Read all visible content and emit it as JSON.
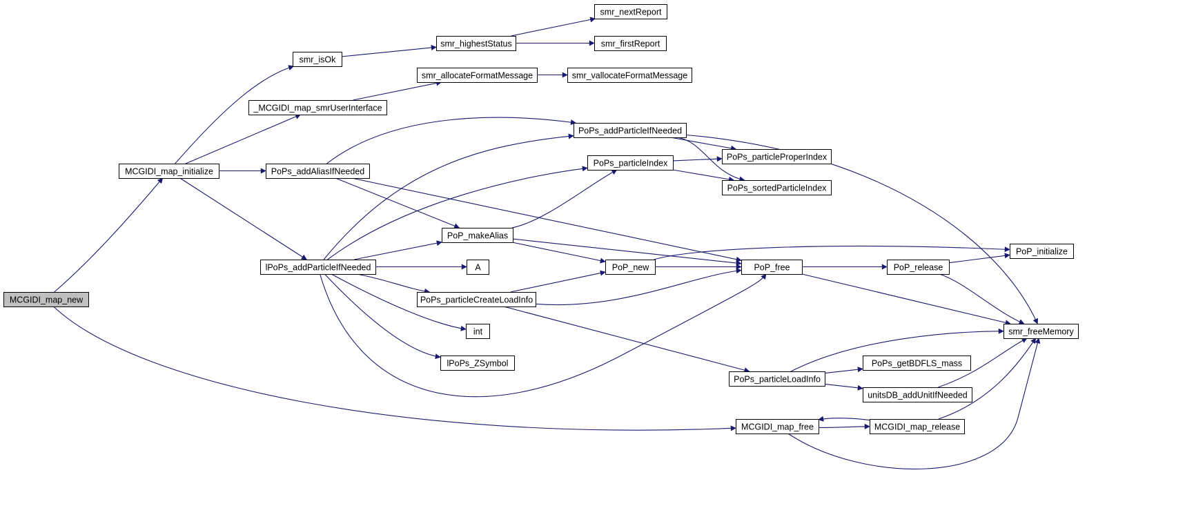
{
  "graph": {
    "nodes": [
      {
        "id": "n0",
        "label": "MCGIDI_map_new",
        "highlighted": true
      },
      {
        "id": "n1",
        "label": "MCGIDI_map_initialize"
      },
      {
        "id": "n2",
        "label": "smr_isOk"
      },
      {
        "id": "n3",
        "label": "smr_highestStatus"
      },
      {
        "id": "n4",
        "label": "smr_nextReport"
      },
      {
        "id": "n5",
        "label": "smr_firstReport"
      },
      {
        "id": "n6",
        "label": "_MCGIDI_map_smrUserInterface"
      },
      {
        "id": "n7",
        "label": "smr_allocateFormatMessage"
      },
      {
        "id": "n8",
        "label": "smr_vallocateFormatMessage"
      },
      {
        "id": "n9",
        "label": "PoPs_addAliasIfNeeded"
      },
      {
        "id": "n10",
        "label": "PoPs_addParticleIfNeeded"
      },
      {
        "id": "n11",
        "label": "PoPs_particleProperIndex"
      },
      {
        "id": "n12",
        "label": "PoPs_sortedParticleIndex"
      },
      {
        "id": "n13",
        "label": "PoPs_particleIndex"
      },
      {
        "id": "n14",
        "label": "PoP_makeAlias"
      },
      {
        "id": "n15",
        "label": "lPoPs_addParticleIfNeeded"
      },
      {
        "id": "n16",
        "label": "A"
      },
      {
        "id": "n17",
        "label": "PoP_new"
      },
      {
        "id": "n18",
        "label": "PoP_free"
      },
      {
        "id": "n19",
        "label": "PoP_release"
      },
      {
        "id": "n20",
        "label": "PoP_initialize"
      },
      {
        "id": "n21",
        "label": "smr_freeMemory"
      },
      {
        "id": "n22",
        "label": "PoPs_particleCreateLoadInfo"
      },
      {
        "id": "n23",
        "label": "int"
      },
      {
        "id": "n24",
        "label": "lPoPs_ZSymbol"
      },
      {
        "id": "n25",
        "label": "PoPs_particleLoadInfo"
      },
      {
        "id": "n26",
        "label": "PoPs_getBDFLS_mass"
      },
      {
        "id": "n27",
        "label": "unitsDB_addUnitIfNeeded"
      },
      {
        "id": "n28",
        "label": "MCGIDI_map_free"
      },
      {
        "id": "n29",
        "label": "MCGIDI_map_release"
      }
    ],
    "edges": [
      {
        "from": "n0",
        "to": "n1"
      },
      {
        "from": "n0",
        "to": "n28"
      },
      {
        "from": "n1",
        "to": "n2"
      },
      {
        "from": "n1",
        "to": "n6"
      },
      {
        "from": "n1",
        "to": "n9"
      },
      {
        "from": "n1",
        "to": "n15"
      },
      {
        "from": "n2",
        "to": "n3"
      },
      {
        "from": "n3",
        "to": "n4"
      },
      {
        "from": "n3",
        "to": "n5"
      },
      {
        "from": "n6",
        "to": "n7"
      },
      {
        "from": "n7",
        "to": "n8"
      },
      {
        "from": "n9",
        "to": "n10"
      },
      {
        "from": "n9",
        "to": "n14"
      },
      {
        "from": "n9",
        "to": "n18"
      },
      {
        "from": "n10",
        "to": "n11"
      },
      {
        "from": "n10",
        "to": "n12"
      },
      {
        "from": "n10",
        "to": "n21"
      },
      {
        "from": "n13",
        "to": "n11"
      },
      {
        "from": "n13",
        "to": "n12"
      },
      {
        "from": "n14",
        "to": "n13"
      },
      {
        "from": "n14",
        "to": "n17"
      },
      {
        "from": "n14",
        "to": "n18"
      },
      {
        "from": "n15",
        "to": "n10"
      },
      {
        "from": "n15",
        "to": "n13"
      },
      {
        "from": "n15",
        "to": "n14"
      },
      {
        "from": "n15",
        "to": "n16"
      },
      {
        "from": "n15",
        "to": "n22"
      },
      {
        "from": "n15",
        "to": "n23"
      },
      {
        "from": "n15",
        "to": "n24"
      },
      {
        "from": "n15",
        "to": "n18"
      },
      {
        "from": "n17",
        "to": "n20"
      },
      {
        "from": "n17",
        "to": "n18"
      },
      {
        "from": "n18",
        "to": "n19"
      },
      {
        "from": "n18",
        "to": "n21"
      },
      {
        "from": "n19",
        "to": "n20"
      },
      {
        "from": "n19",
        "to": "n21"
      },
      {
        "from": "n22",
        "to": "n17"
      },
      {
        "from": "n22",
        "to": "n18"
      },
      {
        "from": "n22",
        "to": "n25"
      },
      {
        "from": "n25",
        "to": "n21"
      },
      {
        "from": "n25",
        "to": "n26"
      },
      {
        "from": "n25",
        "to": "n27"
      },
      {
        "from": "n27",
        "to": "n21"
      },
      {
        "from": "n28",
        "to": "n29"
      },
      {
        "from": "n28",
        "to": "n21"
      },
      {
        "from": "n29",
        "to": "n28"
      },
      {
        "from": "n29",
        "to": "n21"
      }
    ]
  },
  "colors": {
    "edge": "#191970",
    "highlighted_node_fill": "#bfbfbf",
    "node_fill": "#ffffff",
    "node_border": "#000000"
  }
}
